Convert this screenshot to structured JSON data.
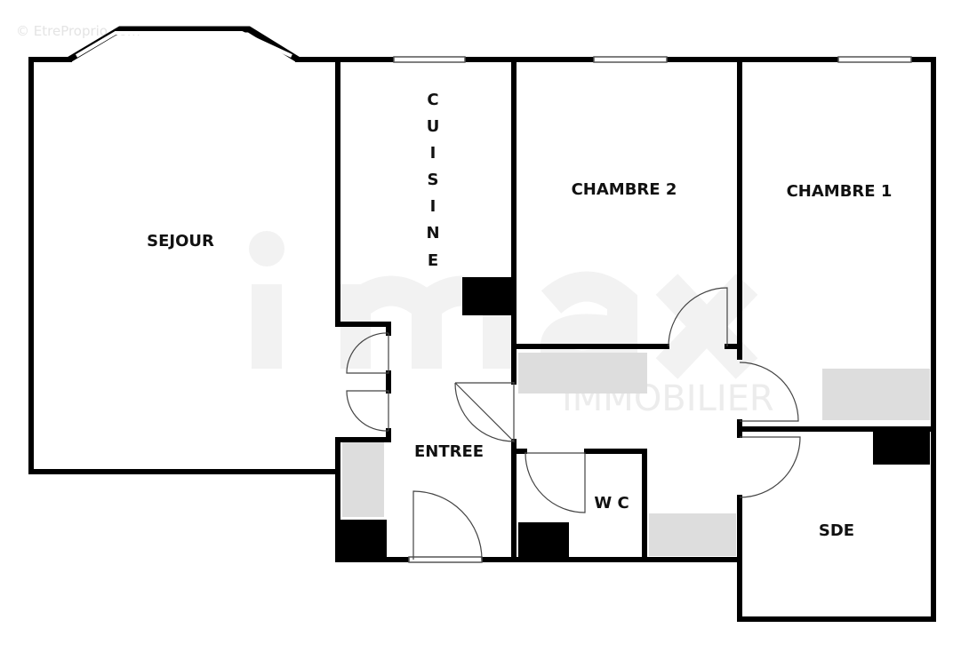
{
  "watermark": {
    "source": "© EtreProprio.com",
    "brand": "imax",
    "brand_sub": "IMMOBILIER"
  },
  "rooms": {
    "sejour": "SEJOUR",
    "cuisine": [
      "C",
      "U",
      "I",
      "S",
      "I",
      "N",
      "E"
    ],
    "chambre2": "CHAMBRE 2",
    "chambre1": "CHAMBRE 1",
    "entree": "ENTREE",
    "wc": "W C",
    "sde": "SDE"
  }
}
